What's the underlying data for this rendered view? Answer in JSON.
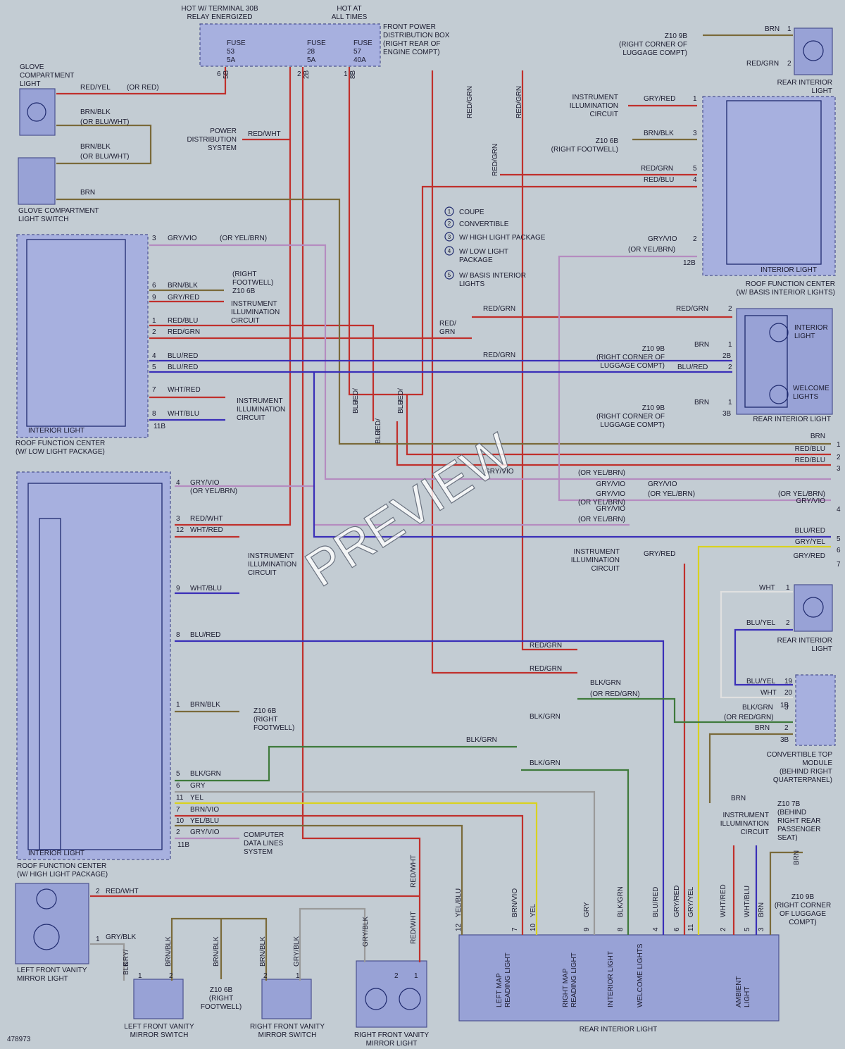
{
  "diagram_id": "478973",
  "watermark": "PREVIEW",
  "colors": {
    "background": "#c3ccd3",
    "component_fill": "#98a2d6",
    "red": "#c0302c",
    "brown": "#7a6a3a",
    "violet": "#b58cc0",
    "blue": "#3a2fb8",
    "yellow": "#d9d220",
    "gray": "#9a9a9a"
  },
  "top": {
    "hot_30b": "HOT W/ TERMINAL 30B",
    "hot_30b_2": "RELAY ENERGIZED",
    "hot_all": "HOT AT",
    "hot_all_2": "ALL TIMES",
    "fpdb": [
      "FRONT POWER",
      "DISTRIBUTION BOX",
      "(RIGHT REAR OF",
      "ENGINE COMPT)"
    ],
    "fuses": [
      {
        "label": "FUSE",
        "num": "53",
        "amp": "5A",
        "pin": "6",
        "term": "5B"
      },
      {
        "label": "FUSE",
        "num": "28",
        "amp": "5A",
        "pin": "2",
        "term": "2B"
      },
      {
        "label": "FUSE",
        "num": "57",
        "amp": "40A",
        "pin": "1",
        "term": "8B"
      }
    ]
  },
  "glove": {
    "light": [
      "GLOVE",
      "COMPARTMENT",
      "LIGHT"
    ],
    "switch": [
      "GLOVE COMPARTMENT",
      "LIGHT SWITCH"
    ],
    "w1": "RED/YEL",
    "w1b": "(OR RED)",
    "w2": "BRN/BLK",
    "w2b": "(OR BLU/WHT)",
    "w3": "BRN/BLK",
    "w3b": "(OR BLU/WHT)",
    "w4": "BRN"
  },
  "pds": {
    "wire": "RED/WHT",
    "lines": [
      "POWER",
      "DISTRIBUTION",
      "SYSTEM"
    ]
  },
  "legend": [
    {
      "n": "1",
      "t": "COUPE"
    },
    {
      "n": "2",
      "t": "CONVERTIBLE"
    },
    {
      "n": "3",
      "t": "W/ HIGH LIGHT PACKAGE"
    },
    {
      "n": "4",
      "t": "W/ LOW LIGHT",
      "t2": "PACKAGE"
    },
    {
      "n": "5",
      "t": "W/ BASIS INTERIOR",
      "t2": "LIGHTS"
    }
  ],
  "rfc_low": {
    "title": "ROOF FUNCTION CENTER",
    "title2": "(W/ LOW LIGHT PACKAGE)",
    "inner": "INTERIOR LIGHT",
    "term": "11B",
    "pins": [
      {
        "p": "3",
        "w": "GRY/VIO",
        "alt": "(OR YEL/BRN)"
      },
      {
        "p": "6",
        "w": "BRN/BLK"
      },
      {
        "p": "9",
        "w": "GRY/RED"
      },
      {
        "p": "1",
        "w": "RED/BLU"
      },
      {
        "p": "2",
        "w": "RED/GRN"
      },
      {
        "p": "4",
        "w": "BLU/RED"
      },
      {
        "p": "5",
        "w": "BLU/RED"
      },
      {
        "p": "7",
        "w": "WHT/RED"
      },
      {
        "p": "8",
        "w": "WHT/BLU"
      }
    ],
    "ground": [
      "(RIGHT",
      "FOOTWELL)",
      "Z10 6B"
    ],
    "iic1": [
      "INSTRUMENT",
      "ILLUMINATION",
      "CIRCUIT"
    ],
    "iic2": [
      "INSTRUMENT",
      "ILLUMINATION",
      "CIRCUIT"
    ]
  },
  "rfc_high": {
    "title": "ROOF FUNCTION CENTER",
    "title2": "(W/ HIGH LIGHT PACKAGE)",
    "inner": "INTERIOR LIGHT",
    "term": "11B",
    "pins": [
      {
        "p": "4",
        "w": "GRY/VIO",
        "alt": "(OR YEL/BRN)"
      },
      {
        "p": "3",
        "w": "RED/WHT"
      },
      {
        "p": "12",
        "w": "WHT/RED"
      },
      {
        "p": "9",
        "w": "WHT/BLU"
      },
      {
        "p": "8",
        "w": "BLU/RED"
      },
      {
        "p": "1",
        "w": "BRN/BLK"
      },
      {
        "p": "5",
        "w": "BLK/GRN"
      },
      {
        "p": "6",
        "w": "GRY"
      },
      {
        "p": "11",
        "w": "YEL"
      },
      {
        "p": "7",
        "w": "BRN/VIO"
      },
      {
        "p": "10",
        "w": "YEL/BLU"
      },
      {
        "p": "2",
        "w": "GRY/VIO"
      }
    ],
    "iic": [
      "INSTRUMENT",
      "ILLUMINATION",
      "CIRCUIT"
    ],
    "ground": [
      "Z10 6B",
      "(RIGHT",
      "FOOTWELL)"
    ],
    "cdls": [
      "COMPUTER",
      "DATA LINES",
      "SYSTEM"
    ]
  },
  "rfc_basis": {
    "title": "ROOF FUNCTION CENTER",
    "title2": "(W/ BASIS INTERIOR LIGHTS)",
    "inner": "INTERIOR LIGHT",
    "pins": [
      {
        "p": "1",
        "w": "GRY/RED"
      },
      {
        "p": "3",
        "w": "BRN/BLK"
      },
      {
        "p": "5",
        "w": "RED/GRN"
      },
      {
        "p": "4",
        "w": "RED/BLU"
      },
      {
        "p": "2",
        "w": "GRY/VIO",
        "alt": "(OR YEL/BRN)"
      }
    ],
    "term": "12B",
    "iic": [
      "INSTRUMENT",
      "ILLUMINATION",
      "CIRCUIT"
    ],
    "ground": [
      "Z10 6B",
      "(RIGHT FOOTWELL)"
    ]
  },
  "rear_top": {
    "title": [
      "REAR INTERIOR",
      "LIGHT"
    ],
    "pins": [
      {
        "p": "1",
        "w": "BRN"
      },
      {
        "p": "2",
        "w": "RED/GRN"
      }
    ],
    "ground": [
      "Z10 9B",
      "(RIGHT CORNER OF",
      "LUGGAGE COMPT)"
    ]
  },
  "rear_mid": {
    "title": "REAR INTERIOR LIGHT",
    "interior": [
      "INTERIOR",
      "LIGHT"
    ],
    "welcome": [
      "WELCOME",
      "LIGHTS"
    ],
    "pins": [
      {
        "p": "2",
        "w": "RED/GRN"
      },
      {
        "p": "1",
        "w": "BRN",
        "term": "2B"
      },
      {
        "p": "2",
        "w": "BLU/RED"
      },
      {
        "p": "1",
        "w": "BRN",
        "term": "3B"
      }
    ],
    "ground1": [
      "Z10 9B",
      "(RIGHT CORNER OF",
      "LUGGAGE COMPT)"
    ],
    "ground2": [
      "Z10 9B",
      "(RIGHT CORNER OF",
      "LUGGAGE COMPT)"
    ]
  },
  "splices": {
    "a": {
      "w1": "RED/GRN",
      "w2": "RED/GRN",
      "w3": "RED/GRN"
    },
    "b": {
      "w1": "RED/GRN",
      "w2": "RED/GRN",
      "w0": [
        "RED/",
        "GRN"
      ]
    },
    "c": {
      "w1": [
        "RED/",
        "BLU"
      ],
      "w2": [
        "RED/",
        "BLU"
      ],
      "w3": [
        "RED/",
        "BLU"
      ]
    }
  },
  "right_edge": [
    {
      "n": "1",
      "w": "BRN"
    },
    {
      "n": "2",
      "w": "RED/BLU"
    },
    {
      "n": "3",
      "w": "RED/BLU"
    },
    {
      "n": "4",
      "w": "GRY/VIO",
      "alt": "(OR YEL/BRN)"
    },
    {
      "n": "5",
      "w": "BLU/RED"
    },
    {
      "n": "6",
      "w": "GRY/YEL"
    },
    {
      "n": "7",
      "w": "GRY/RED"
    }
  ],
  "mid_labels": {
    "gv1": "GRY/VIO",
    "gv1b": "(OR YEL/BRN)",
    "gv2": "GRY/VIO",
    "gv2b": "(OR YEL/BRN)",
    "gv3": "GRY/VIO",
    "gv3b": "(OR YEL/BRN)",
    "gv4": "GRY/VIO",
    "gv4b": "(OR YEL/BRN)",
    "gv0": "GRY/VIO"
  },
  "iic_mid": {
    "w": "GRY/RED",
    "lines": [
      "INSTRUMENT",
      "ILLUMINATION",
      "CIRCUIT"
    ]
  },
  "rear_lower": {
    "title": [
      "REAR INTERIOR",
      "LIGHT"
    ],
    "pins": [
      {
        "p": "1",
        "w": "WHT"
      },
      {
        "p": "2",
        "w": "BLU/YEL"
      }
    ]
  },
  "ctm": {
    "title": [
      "CONVERTIBLE TOP",
      "MODULE",
      "(BEHIND RIGHT",
      "QUARTERPANEL)"
    ],
    "pins": [
      {
        "p": "19",
        "w": "BLU/YEL"
      },
      {
        "p": "20",
        "w": "WHT"
      },
      {
        "p": "3",
        "w": "BLK/GRN",
        "alt": "(OR RED/GRN)",
        "term": "1B"
      },
      {
        "p": "2",
        "w": "BRN",
        "term": "3B"
      }
    ]
  },
  "lower_splice": {
    "w1": "RED/GRN",
    "w2": "RED/GRN",
    "w3": "BLK/GRN",
    "w3b": "(OR RED/GRN)",
    "w4": "BLK/GRN",
    "w5": "BLK/GRN",
    "w6": "BLK/GRN"
  },
  "ground_7b": {
    "w": "BRN",
    "lines": [
      "Z10 7B",
      "(BEHIND",
      "RIGHT REAR",
      "PASSENGER",
      "SEAT)"
    ]
  },
  "iic_lower": [
    "INSTRUMENT",
    "ILLUMINATION",
    "CIRCUIT"
  ],
  "ground_9b": {
    "w": "BRN",
    "lines": [
      "Z10 9B",
      "(RIGHT CORNER",
      "OF LUGGAGE",
      "COMPT)"
    ]
  },
  "rear_big": {
    "title": "REAR INTERIOR LIGHT",
    "inner": [
      "LEFT MAP",
      "READING LIGHT",
      "RIGHT MAP",
      "READING LIGHT",
      "INTERIOR LIGHT",
      "WELCOME LIGHTS",
      "AMBIENT",
      "LIGHT"
    ],
    "pins": [
      {
        "p": "12",
        "w": "YEL/BLU"
      },
      {
        "p": "7",
        "w": "BRN/VIO"
      },
      {
        "p": "10",
        "w": "YEL"
      },
      {
        "p": "9",
        "w": "GRY"
      },
      {
        "p": "8",
        "w": "BLK/GRN"
      },
      {
        "p": "4",
        "w": "BLU/RED"
      },
      {
        "p": "6",
        "w": "GRY/RED"
      },
      {
        "p": "11",
        "w": "GRY/YEL"
      },
      {
        "p": "2",
        "w": "WHT/RED"
      },
      {
        "p": "5",
        "w": "WHT/BLU"
      },
      {
        "p": "3",
        "w": "BRN"
      }
    ]
  },
  "vanity": {
    "left_light": [
      "LEFT FRONT VANITY",
      "MIRROR LIGHT"
    ],
    "left_pins": [
      {
        "p": "2",
        "w": "RED/WHT"
      },
      {
        "p": "1",
        "w": "GRY/BLK"
      }
    ],
    "left_switch": [
      "LEFT FRONT VANITY",
      "MIRROR SWITCH"
    ],
    "right_switch": [
      "RIGHT FRONT VANITY",
      "MIRROR SWITCH"
    ],
    "right_light": [
      "RIGHT FRONT VANITY",
      "MIRROR LIGHT"
    ],
    "wires": {
      "gb1": [
        "GRY/",
        "BLK"
      ],
      "bb1": "BRN/BLK",
      "bb2": "BRN/BLK",
      "bb3": "BRN/BLK",
      "gb2": "GRY/BLK",
      "gb3": "GRY/BLK",
      "rw1": "RED/WHT",
      "rw2": "RED/WHT"
    },
    "ground": [
      "Z10 6B",
      "(RIGHT",
      "FOOTWELL)"
    ],
    "spins": [
      "1",
      "2",
      "2",
      "1",
      "1",
      "2"
    ]
  }
}
